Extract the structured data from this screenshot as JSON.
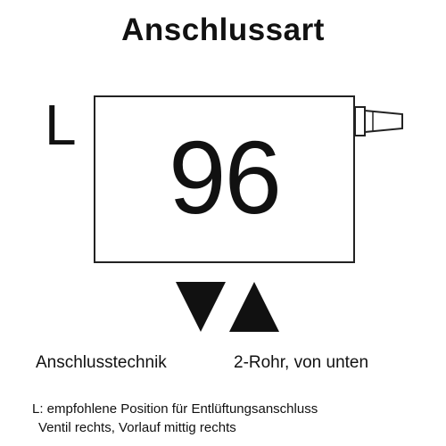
{
  "title": "Anschlussart",
  "position_marker": "L",
  "connection_code": "96",
  "icons": {
    "valve": "bleed-valve-icon",
    "flow_down": "triangle-down-icon",
    "flow_up": "triangle-up-icon"
  },
  "labels": {
    "technique": "Anschlusstechnik",
    "system": "2-Rohr, von unten"
  },
  "footnote": {
    "line1": "L: empfohlene Position für Entlüftungsanschluss",
    "line2": "Ventil rechts, Vorlauf mittig rechts"
  }
}
